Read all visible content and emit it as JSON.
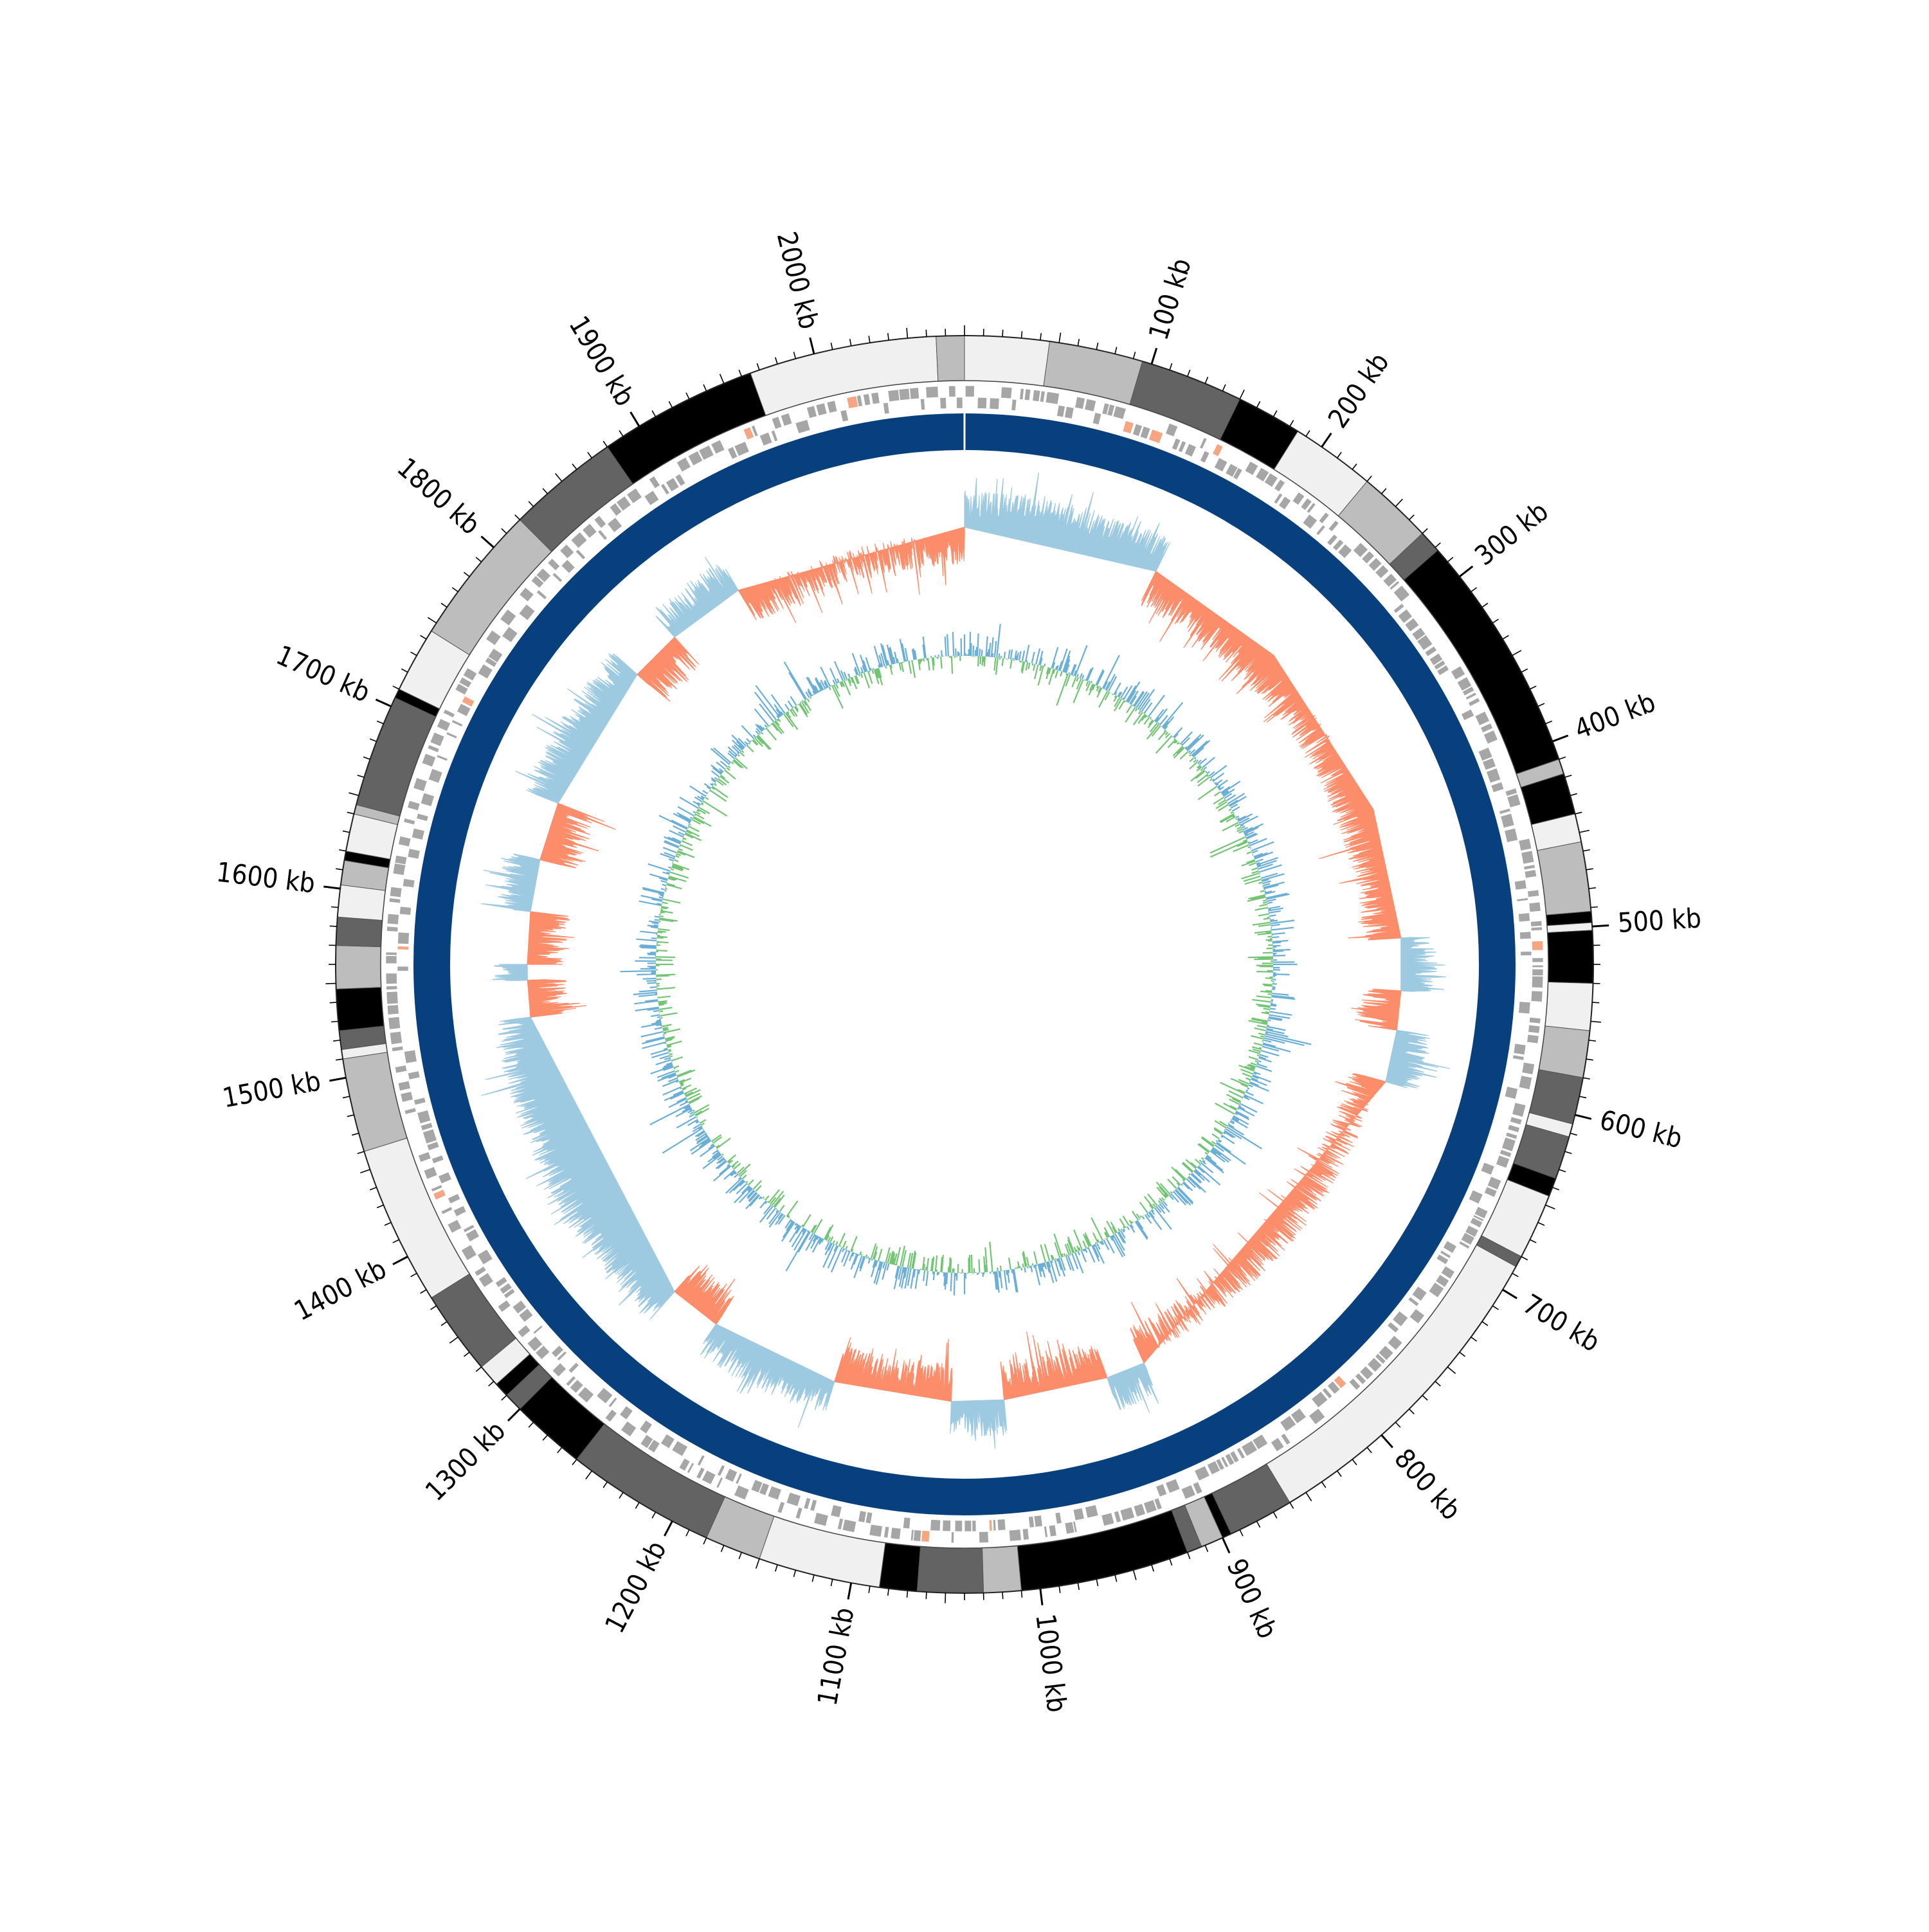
{
  "genome": {
    "length_kb": 2080,
    "major_tick_labels": [
      "100 kb",
      "200 kb",
      "300 kb",
      "400 kb",
      "500 kb",
      "600 kb",
      "700 kb",
      "800 kb",
      "900 kb",
      "1000 kb",
      "1100 kb",
      "1200 kb",
      "1300 kb",
      "1400 kb",
      "1500 kb",
      "1600 kb",
      "1700 kb",
      "1800 kb",
      "1900 kb",
      "2000 kb"
    ],
    "minor_tick_kb": 10
  },
  "colors": {
    "band_white": "#f0f0f0",
    "band_light": "#bdbdbd",
    "band_dark": "#636363",
    "band_black": "#000000",
    "feature_grey": "#a6a6a6",
    "feature_red": "#f4a582",
    "backbone": "#08407e",
    "skew_positive": "#fc8d6b",
    "skew_negative": "#9ecae1",
    "gc_above": "#6baed6",
    "gc_below": "#74c476"
  },
  "tracks": {
    "ideogram_bands": [
      {
        "start": 0,
        "end": 45,
        "shade": "band_white"
      },
      {
        "start": 45,
        "end": 95,
        "shade": "band_light"
      },
      {
        "start": 95,
        "end": 150,
        "shade": "band_dark"
      },
      {
        "start": 150,
        "end": 185,
        "shade": "band_black"
      },
      {
        "start": 185,
        "end": 230,
        "shade": "band_white"
      },
      {
        "start": 230,
        "end": 270,
        "shade": "band_light"
      },
      {
        "start": 270,
        "end": 282,
        "shade": "band_dark"
      },
      {
        "start": 282,
        "end": 410,
        "shade": "band_black"
      },
      {
        "start": 410,
        "end": 418,
        "shade": "band_light"
      },
      {
        "start": 418,
        "end": 440,
        "shade": "band_black"
      },
      {
        "start": 440,
        "end": 455,
        "shade": "band_white"
      },
      {
        "start": 455,
        "end": 492,
        "shade": "band_light"
      },
      {
        "start": 492,
        "end": 498,
        "shade": "band_black"
      },
      {
        "start": 498,
        "end": 502,
        "shade": "band_white"
      },
      {
        "start": 502,
        "end": 530,
        "shade": "band_black"
      },
      {
        "start": 530,
        "end": 555,
        "shade": "band_white"
      },
      {
        "start": 555,
        "end": 580,
        "shade": "band_light"
      },
      {
        "start": 580,
        "end": 605,
        "shade": "band_dark"
      },
      {
        "start": 605,
        "end": 612,
        "shade": "band_white"
      },
      {
        "start": 612,
        "end": 635,
        "shade": "band_dark"
      },
      {
        "start": 635,
        "end": 645,
        "shade": "band_black"
      },
      {
        "start": 645,
        "end": 680,
        "shade": "band_white"
      },
      {
        "start": 680,
        "end": 686,
        "shade": "band_dark"
      },
      {
        "start": 686,
        "end": 860,
        "shade": "band_white"
      },
      {
        "start": 860,
        "end": 895,
        "shade": "band_dark"
      },
      {
        "start": 895,
        "end": 900,
        "shade": "band_black"
      },
      {
        "start": 900,
        "end": 912,
        "shade": "band_light"
      },
      {
        "start": 912,
        "end": 920,
        "shade": "band_dark"
      },
      {
        "start": 920,
        "end": 1010,
        "shade": "band_black"
      },
      {
        "start": 1010,
        "end": 1030,
        "shade": "band_light"
      },
      {
        "start": 1030,
        "end": 1065,
        "shade": "band_dark"
      },
      {
        "start": 1065,
        "end": 1085,
        "shade": "band_black"
      },
      {
        "start": 1085,
        "end": 1150,
        "shade": "band_white"
      },
      {
        "start": 1150,
        "end": 1180,
        "shade": "band_light"
      },
      {
        "start": 1180,
        "end": 1260,
        "shade": "band_dark"
      },
      {
        "start": 1260,
        "end": 1300,
        "shade": "band_black"
      },
      {
        "start": 1300,
        "end": 1310,
        "shade": "band_dark"
      },
      {
        "start": 1310,
        "end": 1318,
        "shade": "band_black"
      },
      {
        "start": 1318,
        "end": 1330,
        "shade": "band_white"
      },
      {
        "start": 1330,
        "end": 1375,
        "shade": "band_dark"
      },
      {
        "start": 1375,
        "end": 1460,
        "shade": "band_white"
      },
      {
        "start": 1460,
        "end": 1510,
        "shade": "band_light"
      },
      {
        "start": 1510,
        "end": 1515,
        "shade": "band_white"
      },
      {
        "start": 1515,
        "end": 1525,
        "shade": "band_dark"
      },
      {
        "start": 1525,
        "end": 1547,
        "shade": "band_black"
      },
      {
        "start": 1547,
        "end": 1570,
        "shade": "band_light"
      },
      {
        "start": 1570,
        "end": 1585,
        "shade": "band_dark"
      },
      {
        "start": 1585,
        "end": 1602,
        "shade": "band_white"
      },
      {
        "start": 1602,
        "end": 1615,
        "shade": "band_light"
      },
      {
        "start": 1615,
        "end": 1620,
        "shade": "band_black"
      },
      {
        "start": 1620,
        "end": 1640,
        "shade": "band_white"
      },
      {
        "start": 1640,
        "end": 1645,
        "shade": "band_light"
      },
      {
        "start": 1645,
        "end": 1705,
        "shade": "band_dark"
      },
      {
        "start": 1705,
        "end": 1710,
        "shade": "band_black"
      },
      {
        "start": 1710,
        "end": 1745,
        "shade": "band_white"
      },
      {
        "start": 1745,
        "end": 1820,
        "shade": "band_light"
      },
      {
        "start": 1820,
        "end": 1880,
        "shade": "band_dark"
      },
      {
        "start": 1880,
        "end": 1965,
        "shade": "band_black"
      },
      {
        "start": 1965,
        "end": 2065,
        "shade": "band_white"
      },
      {
        "start": 2065,
        "end": 2080,
        "shade": "band_light"
      }
    ],
    "cumulative_gc_skew": [
      {
        "start": 0,
        "end": 150,
        "sign": "negative"
      },
      {
        "start": 150,
        "end": 260,
        "sign": "positive"
      },
      {
        "start": 260,
        "end": 400,
        "sign": "positive"
      },
      {
        "start": 400,
        "end": 500,
        "sign": "positive"
      },
      {
        "start": 500,
        "end": 540,
        "sign": "negative"
      },
      {
        "start": 540,
        "end": 570,
        "sign": "positive"
      },
      {
        "start": 570,
        "end": 610,
        "sign": "negative"
      },
      {
        "start": 610,
        "end": 900,
        "sign": "positive"
      },
      {
        "start": 900,
        "end": 930,
        "sign": "negative"
      },
      {
        "start": 930,
        "end": 1010,
        "sign": "positive"
      },
      {
        "start": 1010,
        "end": 1050,
        "sign": "negative"
      },
      {
        "start": 1050,
        "end": 1140,
        "sign": "positive"
      },
      {
        "start": 1140,
        "end": 1240,
        "sign": "negative"
      },
      {
        "start": 1240,
        "end": 1280,
        "sign": "positive"
      },
      {
        "start": 1280,
        "end": 1520,
        "sign": "negative"
      },
      {
        "start": 1520,
        "end": 1548,
        "sign": "positive"
      },
      {
        "start": 1548,
        "end": 1560,
        "sign": "negative"
      },
      {
        "start": 1560,
        "end": 1600,
        "sign": "positive"
      },
      {
        "start": 1600,
        "end": 1640,
        "sign": "negative"
      },
      {
        "start": 1640,
        "end": 1685,
        "sign": "positive"
      },
      {
        "start": 1685,
        "end": 1800,
        "sign": "negative"
      },
      {
        "start": 1800,
        "end": 1840,
        "sign": "positive"
      },
      {
        "start": 1840,
        "end": 1900,
        "sign": "negative"
      },
      {
        "start": 1900,
        "end": 2080,
        "sign": "positive"
      }
    ]
  }
}
